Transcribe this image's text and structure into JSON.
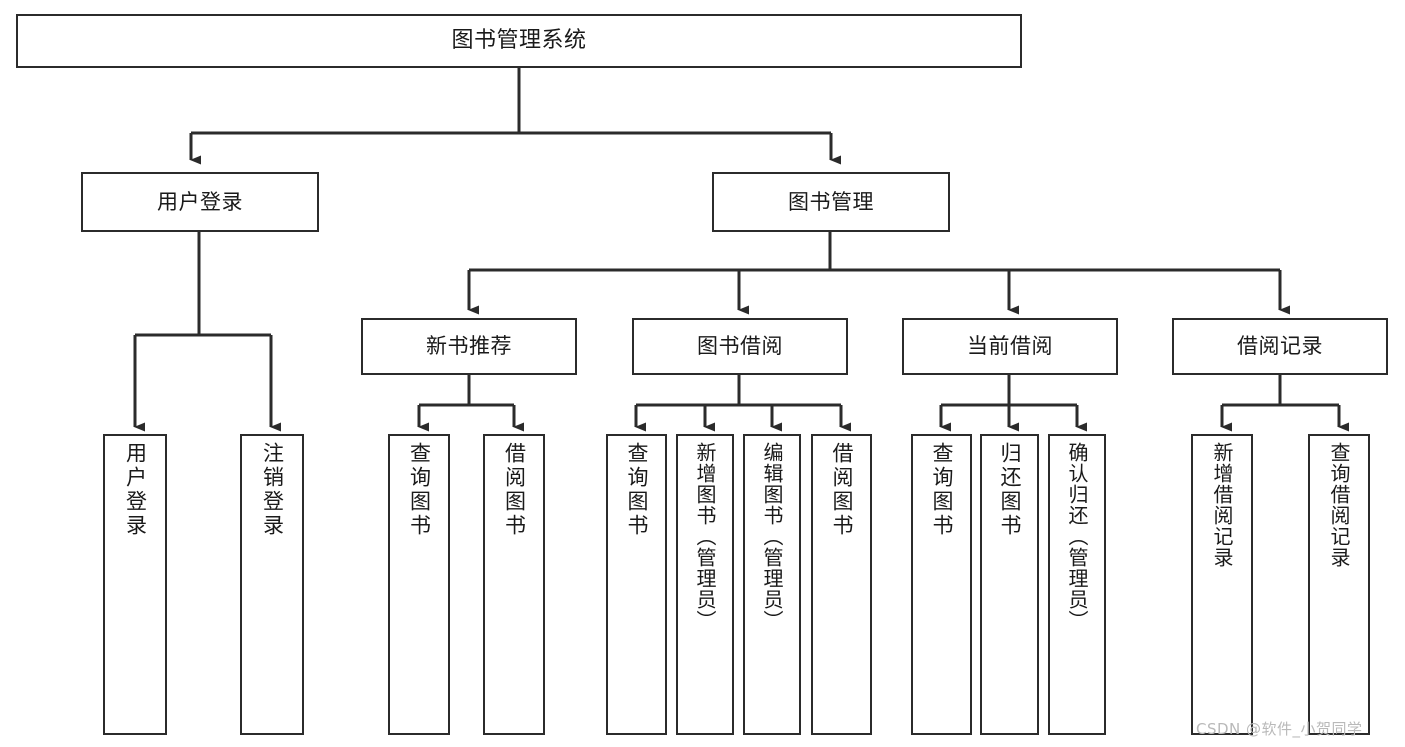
{
  "diagram": {
    "title": "图书管理系统",
    "type": "tree-hierarchy-chart",
    "orientation": "top-down",
    "colors": {
      "stroke": "#2b2b2b",
      "fill": "#ffffff",
      "text": "#1a1a1a",
      "watermark": "#b9b9b9"
    },
    "root": {
      "label": "图书管理系统"
    },
    "level2": [
      {
        "label": "用户登录"
      },
      {
        "label": "图书管理"
      }
    ],
    "level3": [
      {
        "label": "新书推荐"
      },
      {
        "label": "图书借阅"
      },
      {
        "label": "当前借阅"
      },
      {
        "label": "借阅记录"
      }
    ],
    "leaves": {
      "user_login": [
        {
          "label": "用户登录"
        },
        {
          "label": "注销登录"
        }
      ],
      "new_book_recommend": [
        {
          "label": "查询图书"
        },
        {
          "label": "借阅图书"
        }
      ],
      "book_borrow": [
        {
          "label": "查询图书"
        },
        {
          "label": "新增图书（管理员）"
        },
        {
          "label": "编辑图书（管理员）"
        },
        {
          "label": "借阅图书"
        }
      ],
      "current_borrow": [
        {
          "label": "查询图书"
        },
        {
          "label": "归还图书"
        },
        {
          "label": "确认归还（管理员）"
        }
      ],
      "borrow_record": [
        {
          "label": "新增借阅记录"
        },
        {
          "label": "查询借阅记录"
        }
      ]
    }
  },
  "watermark": {
    "text": "CSDN @软件_小贺同学"
  }
}
